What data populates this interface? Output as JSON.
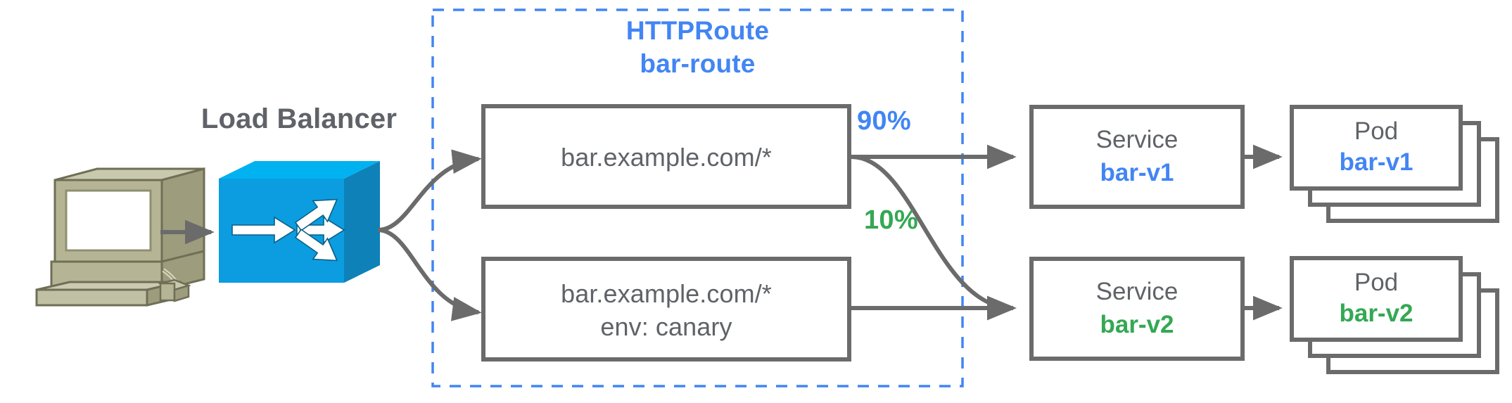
{
  "diagram": {
    "title_group": {
      "kind": "HTTPRoute",
      "name": "bar-route"
    },
    "load_balancer": {
      "label": "Load Balancer",
      "client_icon": "workstation-icon",
      "lb_icon": "load-balancer-switch-icon"
    },
    "routes": [
      {
        "id": "route-primary",
        "line1": "bar.example.com/*",
        "line2": ""
      },
      {
        "id": "route-canary",
        "line1": "bar.example.com/*",
        "line2": "env: canary"
      }
    ],
    "weights": [
      {
        "id": "weight-90",
        "label": "90%",
        "color": "#4285f4"
      },
      {
        "id": "weight-10",
        "label": "10%",
        "color": "#34a853"
      }
    ],
    "services": [
      {
        "id": "service-bar-v1",
        "kind": "Service",
        "name": "bar-v1",
        "color": "#4285f4"
      },
      {
        "id": "service-bar-v2",
        "kind": "Service",
        "name": "bar-v2",
        "color": "#34a853"
      }
    ],
    "pods": [
      {
        "id": "pod-bar-v1",
        "kind": "Pod",
        "name": "bar-v1",
        "color": "#4285f4",
        "replicas": 3
      },
      {
        "id": "pod-bar-v2",
        "kind": "Pod",
        "name": "bar-v2",
        "color": "#34a853",
        "replicas": 3
      }
    ],
    "colors": {
      "blue": "#4285f4",
      "green": "#34a853",
      "gray": "#5f6368",
      "box_stroke": "#6b6b6b",
      "dashed_border": "#4285f4",
      "lb_blue": "#0b9de0",
      "lb_blue_top": "#00b2f0",
      "lb_blue_side": "#0e81b8",
      "workstation_body": "#adad8c",
      "workstation_light": "#c8c8ad",
      "workstation_dark": "#8a8a6b",
      "background": "#ffffff"
    }
  }
}
